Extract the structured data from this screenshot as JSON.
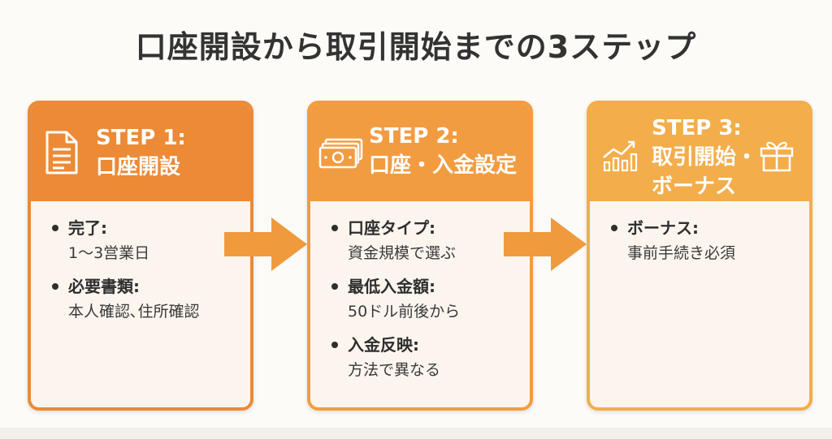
{
  "title": "口座開設から取引開始までの3ステップ",
  "colors": {
    "step1": "#ec8a36",
    "step2": "#f29c41",
    "step3": "#f3ad4a",
    "arrow": "#f09a3e",
    "card_body": "#fbf5ee",
    "text": "#2e2e2e"
  },
  "steps": [
    {
      "icon": "document-icon",
      "title_line1": "STEP 1:",
      "title_line2": "口座開設",
      "items": [
        {
          "label": "完了:",
          "value": "1〜3営業日"
        },
        {
          "label": "必要書類:",
          "value": "本人確認､住所確認"
        }
      ]
    },
    {
      "icon": "cash-icon",
      "title_line1": "STEP 2:",
      "title_line2": "口座・入金設定",
      "items": [
        {
          "label": "口座タイプ:",
          "value": "資金規模で選ぶ"
        },
        {
          "label": "最低入金額:",
          "value": "50ドル前後から"
        },
        {
          "label": "入金反映:",
          "value": "方法で異なる"
        }
      ]
    },
    {
      "icon": "chart-icon",
      "icon2": "gift-icon",
      "title_line1": "STEP 3:",
      "title_line2": "取引開始・",
      "title_line3": "ボーナス",
      "items": [
        {
          "label": "ボーナス:",
          "value": "事前手続き必須"
        }
      ]
    }
  ]
}
